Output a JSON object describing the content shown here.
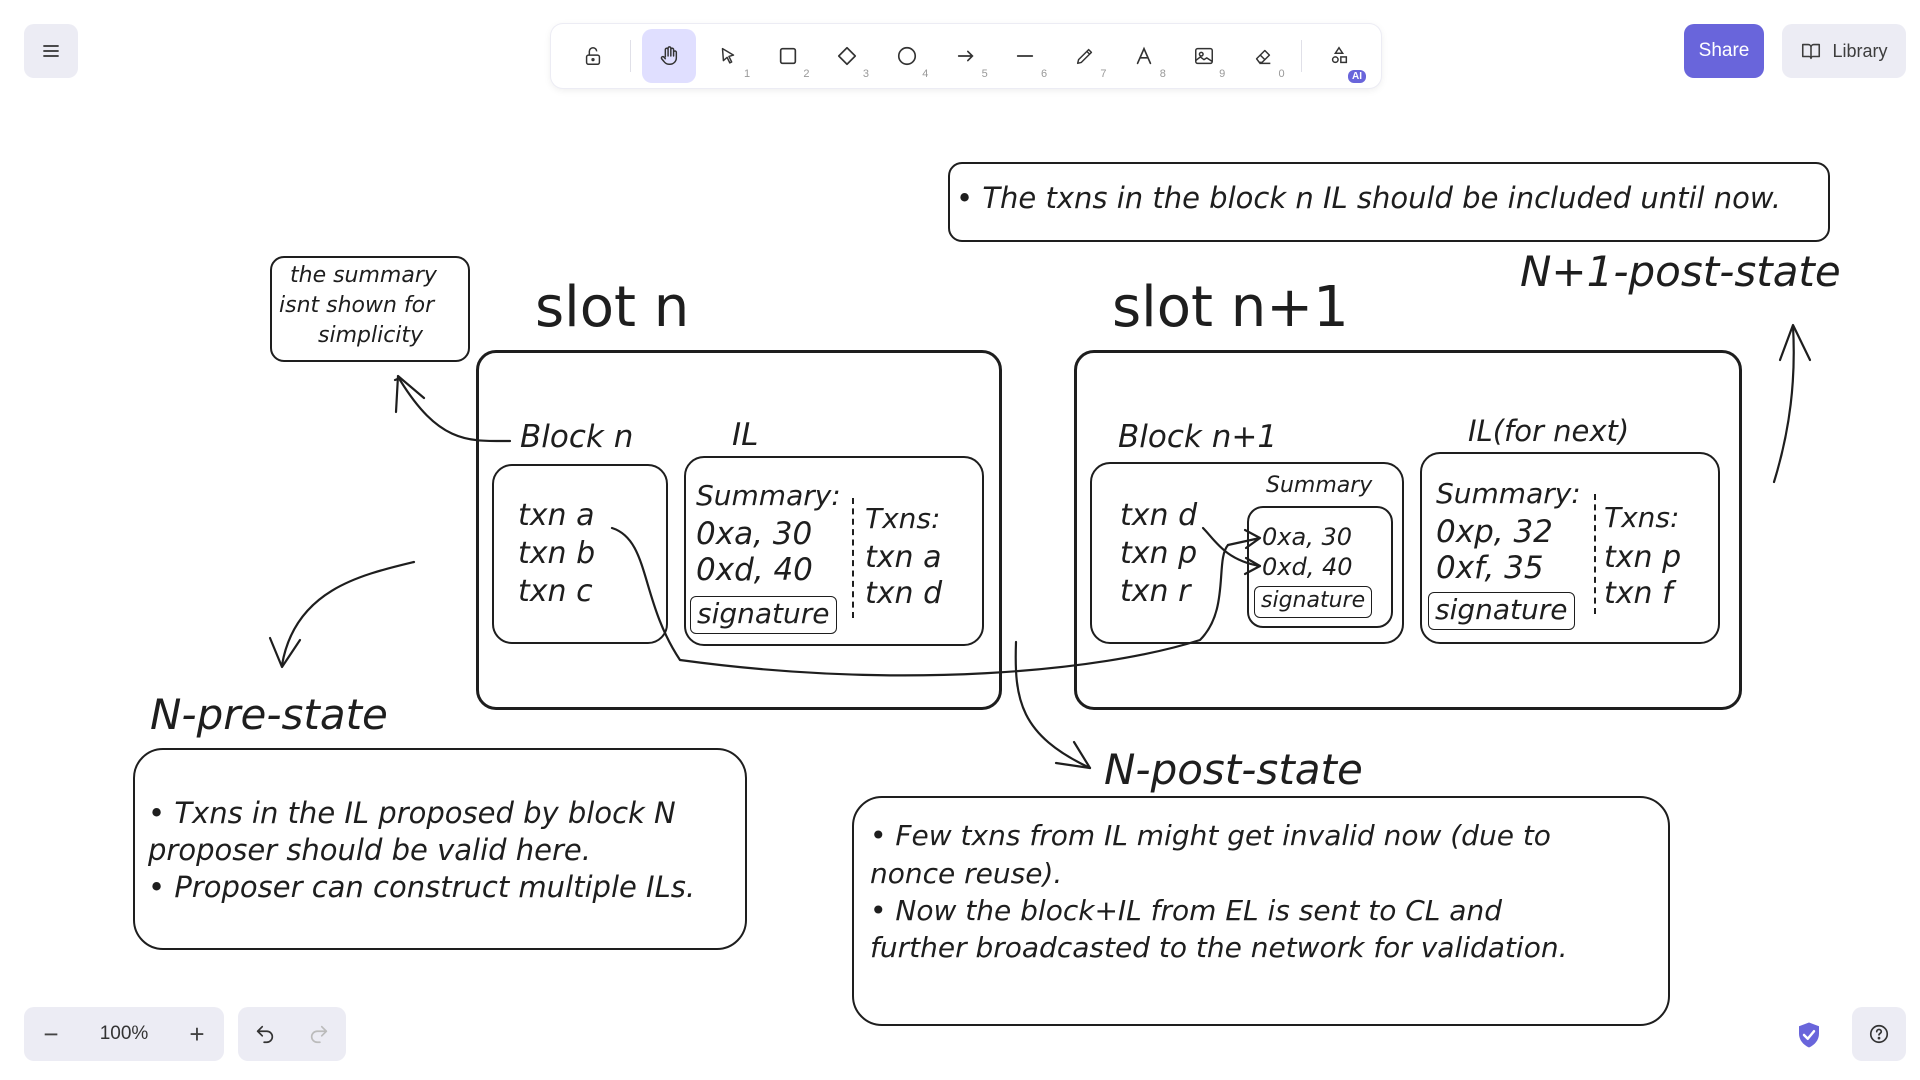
{
  "toolbar": {
    "tools": [
      {
        "name": "lock",
        "key": ""
      },
      {
        "name": "hand",
        "key": ""
      },
      {
        "name": "selection",
        "key": "1"
      },
      {
        "name": "rectangle",
        "key": "2"
      },
      {
        "name": "diamond",
        "key": "3"
      },
      {
        "name": "ellipse",
        "key": "4"
      },
      {
        "name": "arrow",
        "key": "5"
      },
      {
        "name": "line",
        "key": "6"
      },
      {
        "name": "draw",
        "key": "7"
      },
      {
        "name": "text",
        "key": "8"
      },
      {
        "name": "image",
        "key": "9"
      },
      {
        "name": "eraser",
        "key": "0"
      }
    ],
    "ai_badge": "AI"
  },
  "header": {
    "share_label": "Share",
    "library_label": "Library"
  },
  "footer": {
    "zoom": "100%",
    "zoom_out": "−",
    "zoom_in": "+"
  },
  "canvas": {
    "top_note": "• The txns in the block n IL should be included until now.",
    "n1_post_state": "N+1-post-state",
    "summary_note": [
      "the summary",
      "isnt shown for",
      "simplicity"
    ],
    "slot_n": {
      "title": "slot n",
      "block_label": "Block n",
      "block_txns": [
        "txn a",
        "txn b",
        "txn c"
      ],
      "il_label": "IL",
      "il_summary_label": "Summary:",
      "il_summary": [
        "0xa, 30",
        "0xd, 40"
      ],
      "il_signature": "signature",
      "il_txns_label": "Txns:",
      "il_txns": [
        "txn a",
        "txn d"
      ]
    },
    "slot_n1": {
      "title": "slot n+1",
      "block_label": "Block n+1",
      "block_txns": [
        "txn d",
        "txn p",
        "txn r"
      ],
      "summary_label": "Summary",
      "summary": [
        "0xa, 30",
        "0xd, 40"
      ],
      "signature": "signature",
      "il_label": "IL(for next)",
      "il_summary_label": "Summary:",
      "il_summary": [
        "0xp, 32",
        "0xf, 35"
      ],
      "il_signature": "signature",
      "il_txns_label": "Txns:",
      "il_txns": [
        "txn p",
        "txn f"
      ]
    },
    "n_pre_state": {
      "title": "N-pre-state",
      "lines": [
        "• Txns in the IL proposed by block N",
        "proposer should be valid here.",
        "• Proposer can construct multiple ILs."
      ]
    },
    "n_post_state": {
      "title": "N-post-state",
      "lines": [
        "• Few txns from IL might get invalid now (due to",
        "nonce reuse).",
        "• Now the block+IL from EL is sent to CL and",
        "further broadcasted to the network for validation."
      ]
    }
  }
}
